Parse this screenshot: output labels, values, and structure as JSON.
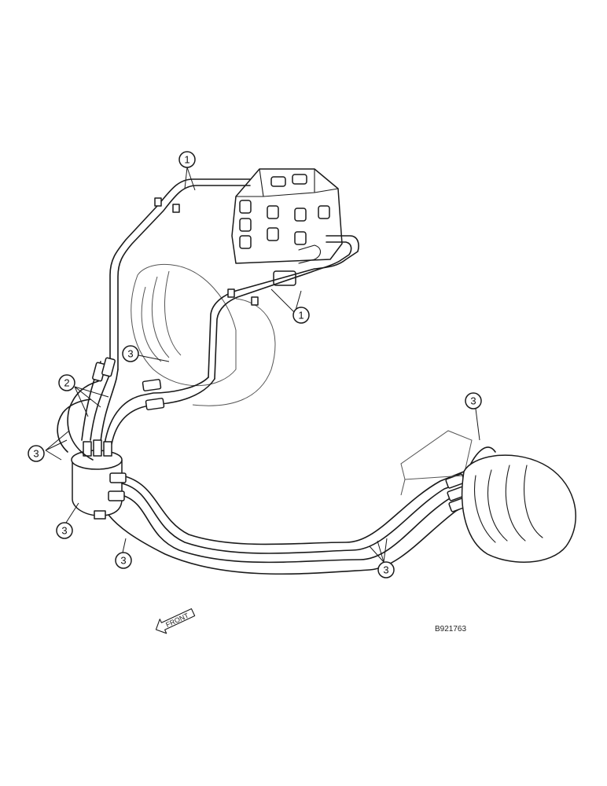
{
  "callouts": [
    {
      "label": "1"
    },
    {
      "label": "1"
    },
    {
      "label": "2"
    },
    {
      "label": "3"
    },
    {
      "label": "3"
    },
    {
      "label": "3"
    },
    {
      "label": "3"
    },
    {
      "label": "3"
    },
    {
      "label": "3"
    }
  ],
  "front_arrow_label": "FRONT",
  "drawing_code": "B921763"
}
